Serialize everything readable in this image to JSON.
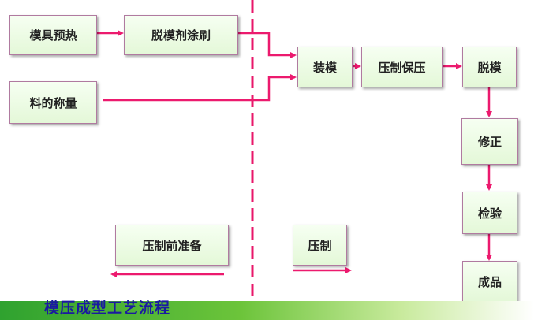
{
  "diagram": {
    "title": "模压成型工艺流程",
    "steps": {
      "mold_preheat": "模具预热",
      "release_agent": "脱模剂涂刷",
      "weighing": "料的称量",
      "load_mold": "装模",
      "press_hold": "压制保压",
      "demold": "脱模",
      "trim": "修正",
      "inspect": "检验",
      "product": "成品"
    },
    "phases": {
      "pre_press": "压制前准备",
      "pressing": "压制"
    }
  },
  "colors": {
    "arrow": "#ec1a6e",
    "divider": "#e8176a",
    "box_border": "#b07aa0",
    "box_fill": "#e9f9de",
    "title": "#1a1aa0",
    "bar": "#2fa22f"
  }
}
